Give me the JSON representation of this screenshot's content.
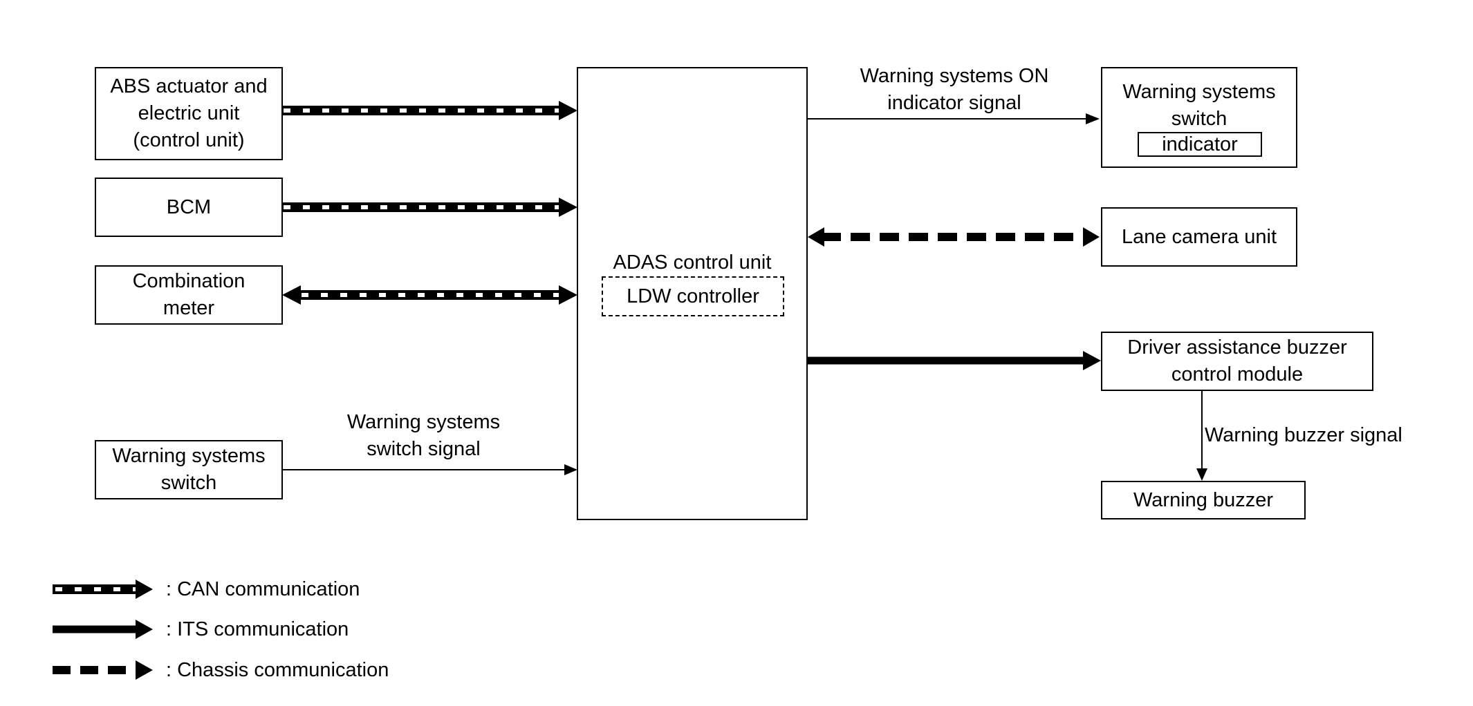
{
  "nodes": {
    "abs": "ABS actuator and\nelectric unit\n(control unit)",
    "bcm": "BCM",
    "meter": "Combination\nmeter",
    "ws_switch_left": "Warning systems\nswitch",
    "adas": "ADAS control unit",
    "ldw": "LDW controller",
    "ws_switch_right": "Warning systems\nswitch",
    "indicator": "indicator",
    "camera": "Lane camera unit",
    "buzzer_module": "Driver assistance buzzer\ncontrol module",
    "buzzer": "Warning buzzer"
  },
  "signals": {
    "switch_signal": "Warning systems\nswitch signal",
    "on_indicator": "Warning systems ON\nindicator signal",
    "buzzer_signal": "Warning buzzer signal"
  },
  "legend": {
    "can": ": CAN communication",
    "its": ": ITS communication",
    "chassis": ": Chassis communication"
  }
}
